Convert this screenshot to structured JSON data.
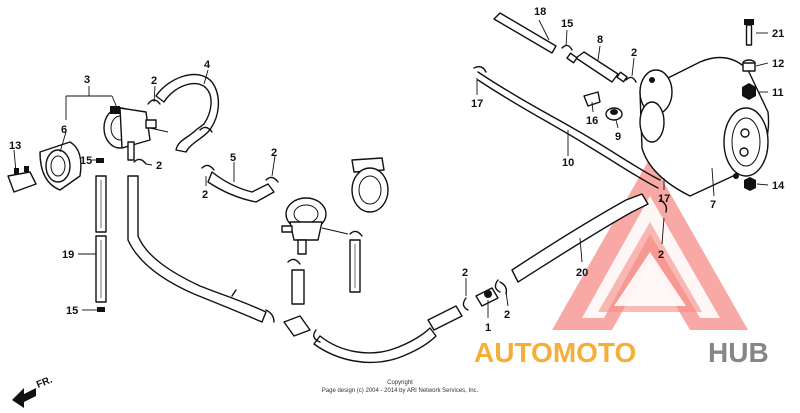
{
  "callouts": [
    {
      "id": "c18",
      "text": "18"
    },
    {
      "id": "c15a",
      "text": "15"
    },
    {
      "id": "c8",
      "text": "8"
    },
    {
      "id": "c2a",
      "text": "2"
    },
    {
      "id": "c21",
      "text": "21"
    },
    {
      "id": "c12",
      "text": "12"
    },
    {
      "id": "c11",
      "text": "11"
    },
    {
      "id": "c17a",
      "text": "17"
    },
    {
      "id": "c16",
      "text": "16"
    },
    {
      "id": "c9",
      "text": "9"
    },
    {
      "id": "c10",
      "text": "10"
    },
    {
      "id": "c17b",
      "text": "17"
    },
    {
      "id": "c7",
      "text": "7"
    },
    {
      "id": "c14",
      "text": "14"
    },
    {
      "id": "c3",
      "text": "3"
    },
    {
      "id": "c4",
      "text": "4"
    },
    {
      "id": "c2b",
      "text": "2"
    },
    {
      "id": "c6",
      "text": "6"
    },
    {
      "id": "c13",
      "text": "13"
    },
    {
      "id": "c15b",
      "text": "15"
    },
    {
      "id": "c2c",
      "text": "2"
    },
    {
      "id": "c5",
      "text": "5"
    },
    {
      "id": "c2d",
      "text": "2"
    },
    {
      "id": "c2e",
      "text": "2"
    },
    {
      "id": "c19",
      "text": "19"
    },
    {
      "id": "c15c",
      "text": "15"
    },
    {
      "id": "c2f",
      "text": "2"
    },
    {
      "id": "c20",
      "text": "20"
    },
    {
      "id": "c2g",
      "text": "2"
    },
    {
      "id": "c1",
      "text": "1"
    },
    {
      "id": "c2h",
      "text": "2"
    }
  ],
  "front_arrow_label": "FR.",
  "copyright": {
    "line1": "Copyright",
    "line2": "Page design (c) 2004 - 2014 by ARI Network Services, Inc."
  },
  "watermark": {
    "part1": "AUTOMOTO",
    "part2": "HUB",
    "color_part1": "#f5a623",
    "color_part2": "#7a7a7a",
    "logo_color": "#ee2e24"
  }
}
